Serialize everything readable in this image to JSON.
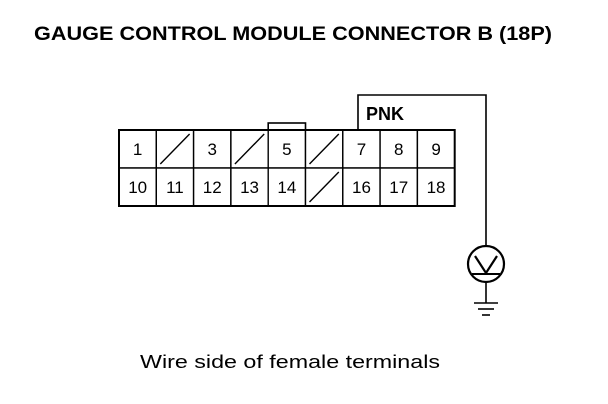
{
  "title": "GAUGE CONTROL MODULE CONNECTOR B (18P)",
  "wire_color": "PNK",
  "caption": "Wire side of female terminals",
  "connector": {
    "rows": [
      [
        {
          "label": "1"
        },
        {
          "label": "",
          "empty": true
        },
        {
          "label": "3"
        },
        {
          "label": "",
          "empty": true
        },
        {
          "label": "5"
        },
        {
          "label": "",
          "empty": true
        },
        {
          "label": "7"
        },
        {
          "label": "8"
        },
        {
          "label": "9"
        }
      ],
      [
        {
          "label": "10"
        },
        {
          "label": "11"
        },
        {
          "label": "12"
        },
        {
          "label": "13"
        },
        {
          "label": "14"
        },
        {
          "label": "",
          "empty": true
        },
        {
          "label": "16"
        },
        {
          "label": "17"
        },
        {
          "label": "18"
        }
      ]
    ]
  },
  "probe_terminal": "7",
  "meter_icon": "voltmeter-icon",
  "ground_icon": "ground-icon",
  "colors": {
    "ink": "#000000",
    "background": "#ffffff"
  }
}
